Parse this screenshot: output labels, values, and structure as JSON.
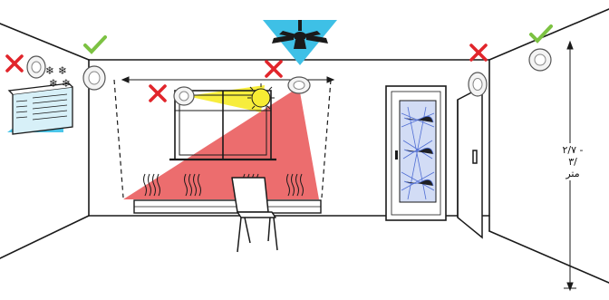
{
  "dimension": {
    "range_label": "۲/۷ - ۳/",
    "unit_label": "متر"
  },
  "colors": {
    "wall_line": "#1a1a1a",
    "heat_cone": "#e9595a",
    "sun_cone": "#f7ec33",
    "cold_cone": "#42c3e8",
    "fan_cone": "#3ec0e6",
    "check": "#7cc242",
    "cross": "#e1252b",
    "glass_pattern": "#3b5ccf",
    "detector_body": "#f4f4f4"
  },
  "markers": [
    {
      "name": "ac-detector-mark",
      "type": "cross"
    },
    {
      "name": "ceiling-corner-detector-mark",
      "type": "check"
    },
    {
      "name": "window-sun-detector-mark",
      "type": "cross"
    },
    {
      "name": "radiator-heat-detector-mark",
      "type": "cross"
    },
    {
      "name": "door-detector-mark",
      "type": "cross"
    },
    {
      "name": "right-ceiling-detector-mark",
      "type": "check"
    }
  ],
  "icons": {
    "snowflake": "❄"
  }
}
